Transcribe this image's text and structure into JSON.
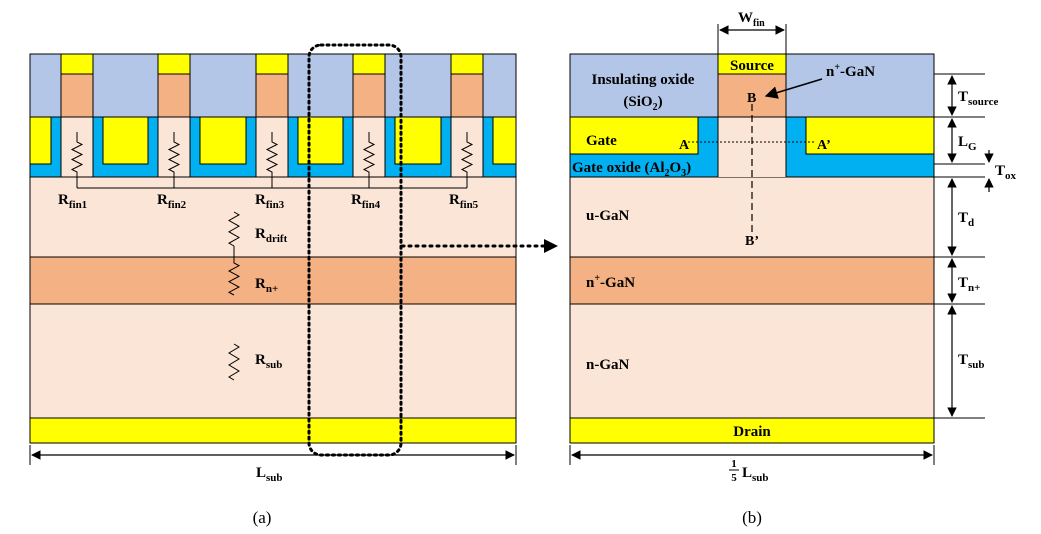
{
  "colors": {
    "oxide": "#b4c6e7",
    "metal": "#ffff00",
    "n_plus": "#f4b183",
    "gate_oxide": "#00b0f0",
    "light_gan": "#fbe5d6",
    "outline": "#000000"
  },
  "panel_a": {
    "resistors": {
      "fin1": {
        "main": "R",
        "sub": "fin1"
      },
      "fin2": {
        "main": "R",
        "sub": "fin2"
      },
      "fin3": {
        "main": "R",
        "sub": "fin3"
      },
      "fin4": {
        "main": "R",
        "sub": "fin4"
      },
      "fin5": {
        "main": "R",
        "sub": "fin5"
      },
      "drift": {
        "main": "R",
        "sub": "drift"
      },
      "n_plus": {
        "main": "R",
        "sub": "n+"
      },
      "sub": {
        "main": "R",
        "sub": "sub"
      }
    },
    "width_dim": {
      "main": "L",
      "sub": "sub"
    },
    "caption": "(a)"
  },
  "panel_b": {
    "source_label": "Source",
    "drain_label": "Drain",
    "gate_label": "Gate",
    "insulating_oxide": {
      "line1": "Insulating oxide",
      "line2_pre": "(SiO",
      "line2_sub": "2",
      "line2_post": ")"
    },
    "gate_oxide": {
      "pre": "Gate oxide (Al",
      "sub1": "2",
      "mid": "O",
      "sub2": "3",
      "post": ")"
    },
    "n_plus_gan_callout": {
      "pre": "n",
      "sup": "+",
      "post": "-GaN"
    },
    "u_gan": "u-GaN",
    "n_plus_gan": {
      "pre": "n",
      "sup": "+",
      "post": "-GaN"
    },
    "n_gan": "n-GaN",
    "points": {
      "a": "A",
      "a_prime": "A’",
      "b": "B",
      "b_prime": "B’"
    },
    "dims": {
      "w_fin": {
        "main": "W",
        "sub": "fin"
      },
      "t_source": {
        "main": "T",
        "sub": "source"
      },
      "l_g": {
        "main": "L",
        "sub": "G"
      },
      "t_ox": {
        "main": "T",
        "sub": "ox"
      },
      "t_d": {
        "main": "T",
        "sub": "d"
      },
      "t_n_plus": {
        "main": "T",
        "sub": "n+"
      },
      "t_sub": {
        "main": "T",
        "sub": "sub"
      },
      "width": {
        "frac_num": "1",
        "frac_den": "5",
        "main": "L",
        "sub": "sub"
      }
    },
    "caption": "(b)"
  }
}
